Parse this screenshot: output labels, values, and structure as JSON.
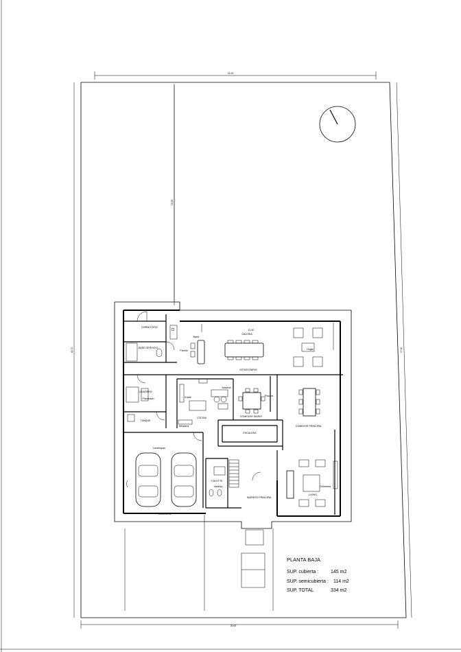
{
  "legend": {
    "title": "PLANTA BAJA",
    "rows": [
      {
        "label": "SUP. cubierta :",
        "value": "145 m2"
      },
      {
        "label": "SUP. semicubierta :",
        "value": "114 m2"
      },
      {
        "label": "SUP. TOTAL",
        "value": "334 m2"
      }
    ]
  },
  "dimensions": {
    "top": "21.00",
    "bottom": "20.00",
    "left": "41.00",
    "right": "37.00",
    "depth": "19.55",
    "galeria_width": "10.40"
  },
  "rooms": {
    "dormitorio": "DORMITORIO",
    "bano_servicio": "BAÑO SERVICIO",
    "galeria": "GALERIA",
    "estar": "ESTAR DIARIO",
    "comedor_diario": "COMEDOR DIARIO",
    "lavadero": "LAVADERO",
    "cocina": "COCINA",
    "comedor_principal": "COMEDOR PRINCIPAL",
    "escalera": "ESCALERA",
    "cochera": "COCHERA",
    "living": "LIVING",
    "ingreso": "INGRESO PRINCIPAL",
    "tanque": "TANQUE",
    "toilette": "TOILETTE",
    "parrilla": "Parrilla",
    "barra": "Barra",
    "alacena": "Alacena",
    "heladera": "Heladera",
    "lavarropas": "Lavarropas",
    "planchado": "Planchado",
    "anafe": "Anafe",
    "vanitory": "Vanitory",
    "hogar": "Hogar",
    "placard": "Placard",
    "chimenea": "Chimenea"
  }
}
